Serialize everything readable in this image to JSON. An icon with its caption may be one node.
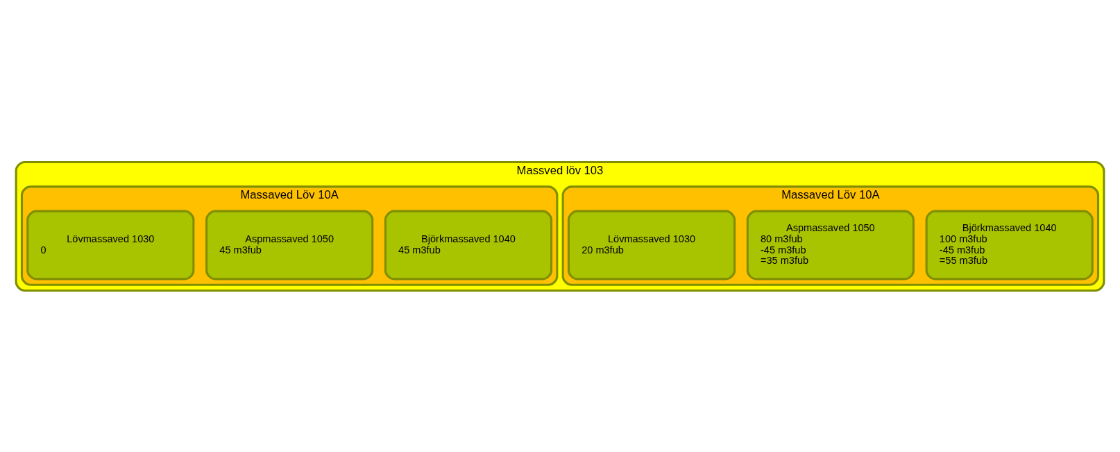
{
  "diagram": {
    "nodes": [
      {
        "text": [
          "Massved löv 103"
        ]
      },
      {
        "text": [
          "Massaved Löv 10A"
        ],
        "in": 0
      },
      {
        "text": [
          "Björkmassaved 1040",
          "100 m3fub",
          "-45 m3fub",
          "=55 m3fub"
        ],
        "in": 1
      },
      {
        "text": [
          "Aspmassaved 1050",
          "80 m3fub",
          "-45 m3fub",
          "=35 m3fub"
        ],
        "in": 1
      },
      {
        "text": [
          "Lövmassaved 1030",
          "20 m3fub"
        ],
        "in": 1
      },
      {
        "text": [
          "Massaved Löv 10A"
        ],
        "in": 0
      },
      {
        "text": [
          "Björkmassaved 1040",
          "45 m3fub"
        ],
        "in": 5
      },
      {
        "text": [
          "Aspmassaved 1050",
          "45 m3fub"
        ],
        "in": 5
      },
      {
        "text": [
          "Lövmassaved 1030",
          "0"
        ],
        "in": 5
      }
    ]
  }
}
